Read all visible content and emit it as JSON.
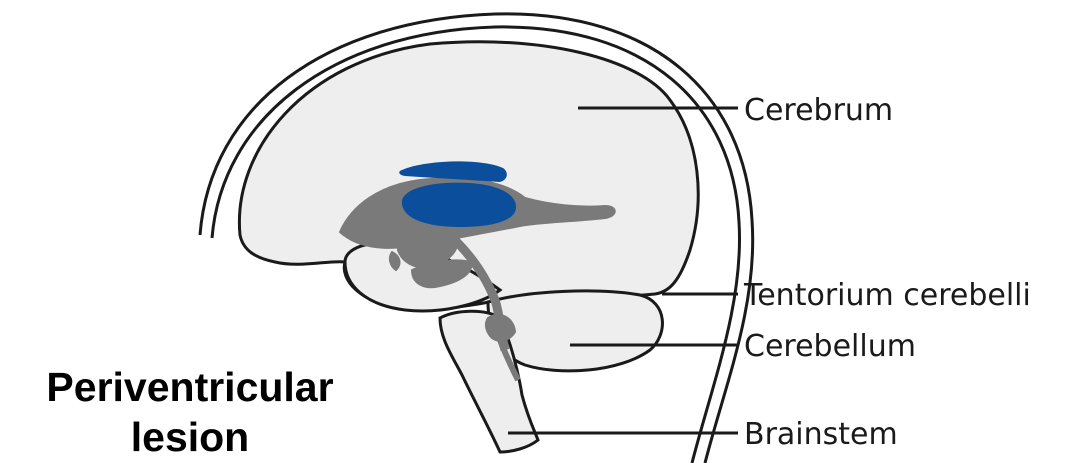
{
  "labels": {
    "cerebrum": "Cerebrum",
    "tentorium": "Tentorium cerebelli",
    "cerebellum": "Cerebellum",
    "brainstem": "Brainstem"
  },
  "caption": {
    "line1": "Periventricular",
    "line2": "lesion"
  },
  "colors": {
    "brain_fill": "#eeeeee",
    "ventricle": "#7a7a7a",
    "lesion": "#0b4f9c",
    "outline": "#1a1a1a",
    "background": "#ffffff"
  }
}
